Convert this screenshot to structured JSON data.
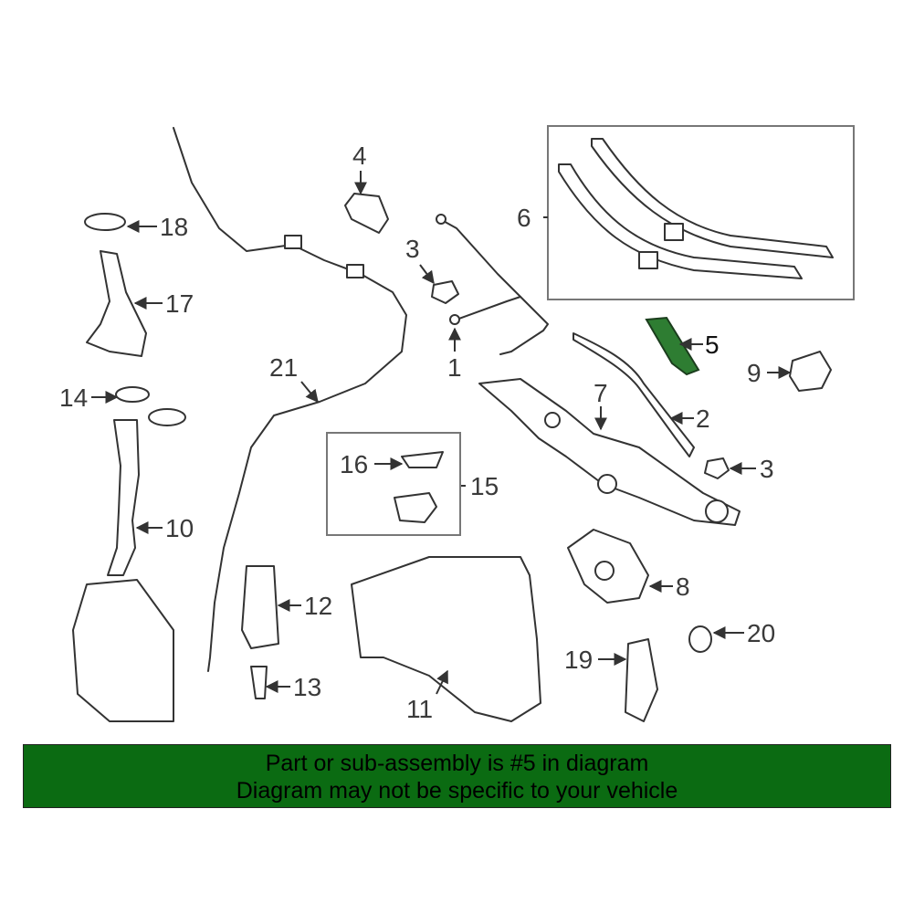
{
  "highlight_color": "#2e7d32",
  "banner": {
    "background": "#0b6b12",
    "line1": "Part or sub-assembly is #5 in diagram",
    "line2": "Diagram may not be specific to your vehicle"
  },
  "callouts": {
    "c1": "1",
    "c2": "2",
    "c3a": "3",
    "c3b": "3",
    "c4": "4",
    "c5": "5",
    "c6": "6",
    "c7": "7",
    "c8": "8",
    "c9": "9",
    "c10": "10",
    "c11": "11",
    "c12": "12",
    "c13": "13",
    "c14": "14",
    "c15": "15",
    "c16": "16",
    "c17": "17",
    "c18": "18",
    "c19": "19",
    "c20": "20",
    "c21": "21"
  },
  "highlighted_part": "5"
}
